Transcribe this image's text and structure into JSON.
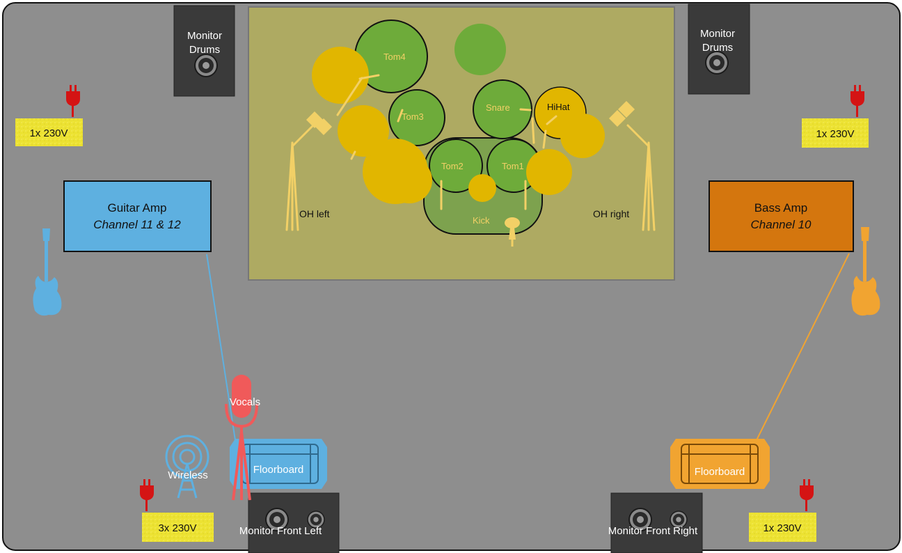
{
  "colors": {
    "stage_bg": "#8e8e8e",
    "drum_area": "#aeaa62",
    "cymbal": "#e1b600",
    "drum_green": "#6eab3a",
    "mic_yellow": "#f2d066",
    "guitar_blue": "#5eb0e0",
    "bass_orange": "#d4760e",
    "floorboard_orange": "#f1a431",
    "vocal_red": "#f05a5a",
    "power_red": "#d41414",
    "label_yellow": "#ece232",
    "speaker_dark": "#3a3a3a"
  },
  "monitors": {
    "drums_left": "Monitor Drums",
    "drums_right": "Monitor Drums",
    "front_left": "Monitor Front Left",
    "front_right": "Monitor Front Right"
  },
  "power": {
    "top_left": "1x 230V",
    "top_right": "1x 230V",
    "bottom_left": "3x 230V",
    "bottom_right": "1x 230V"
  },
  "amps": {
    "guitar_name": "Guitar Amp",
    "guitar_channel": "Channel 11 & 12",
    "bass_name": "Bass Amp",
    "bass_channel": "Channel 10"
  },
  "drums": {
    "tom4": "Tom4",
    "tom3": "Tom3",
    "tom2": "Tom2",
    "tom1": "Tom1",
    "snare": "Snare",
    "hihat": "HiHat",
    "kick": "Kick",
    "oh_left": "OH left",
    "oh_right": "OH right"
  },
  "front": {
    "vocals": "Vocals",
    "wireless": "Wireless",
    "floorboard_left": "Floorboard",
    "floorboard_right": "Floorboard"
  },
  "icons": [
    "speaker-icon",
    "power-plug-icon",
    "guitar-icon",
    "bass-guitar-icon",
    "microphone-icon",
    "antenna-icon",
    "floorboard-icon"
  ]
}
